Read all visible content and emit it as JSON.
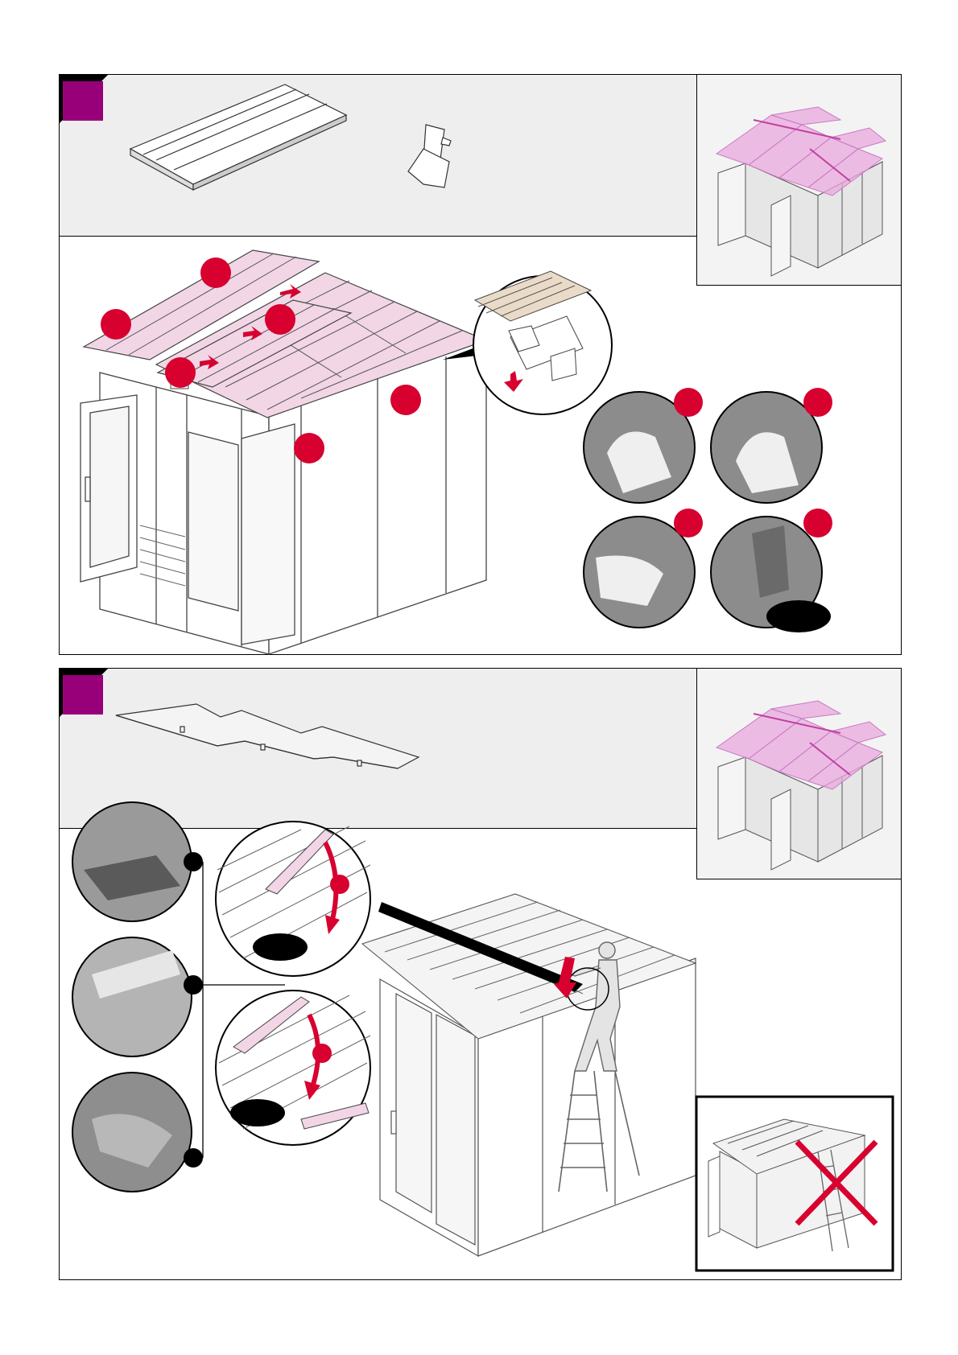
{
  "steps": [
    {
      "id": "step-roof-panels",
      "badge_color": "#98007a",
      "parts": [
        "roof-panel",
        "roof-clip"
      ],
      "callouts": 6,
      "detail_photos": 4
    },
    {
      "id": "step-roof-ridge",
      "badge_color": "#98007a",
      "parts": [
        "ridge-cap"
      ],
      "detail_photos": 3,
      "warning": "no-ladder-on-side"
    }
  ],
  "colors": {
    "accent_red": "#d7002f",
    "badge": "#98007a",
    "roof_pink": "#f2d6e6",
    "ref_pink": "#e9a8df",
    "panel_bg": "#eeeeee"
  }
}
